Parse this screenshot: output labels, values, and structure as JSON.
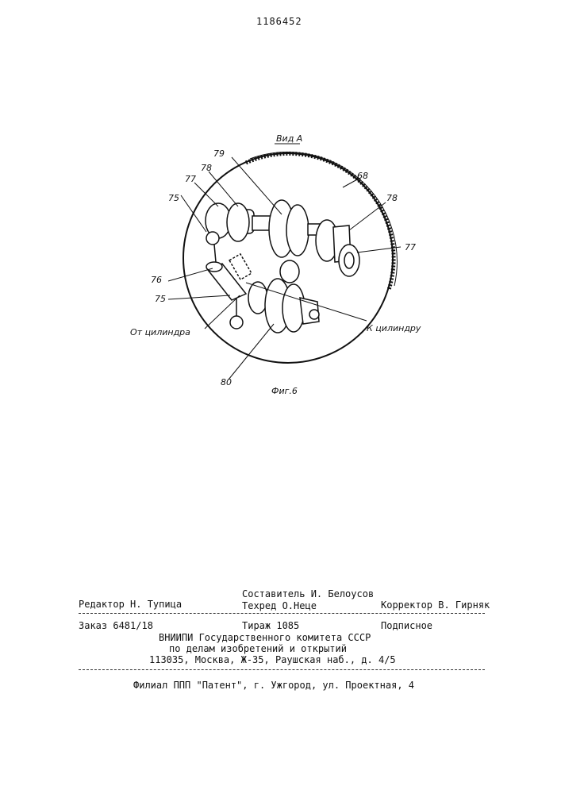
{
  "patent_number": "1186452",
  "figure": {
    "view_label": "Вид А",
    "caption": "Фиг.6",
    "labels": {
      "l68": "68",
      "l79": "79",
      "l78a": "78",
      "l77a": "77",
      "l75a": "75",
      "l76": "76",
      "l75b": "75",
      "l78b": "78",
      "l77b": "77",
      "l80": "80"
    },
    "from_cylinder": "От цилиндра",
    "to_cylinder": "К цилиндру"
  },
  "imprint": {
    "editor": "Редактор Н. Тупица",
    "compiler": "Составитель И. Белоусов",
    "techred": "Техред О.Неце",
    "corrector": "Корректор В. Гирняк",
    "order": "Заказ 6481/18",
    "circulation": "Тираж 1085",
    "subscription": "Подписное",
    "org1": "ВНИИПИ Государственного комитета СССР",
    "org2": "по делам изобретений и открытий",
    "address": "113035, Москва, Ж-35, Раушская наб., д. 4/5",
    "branch": "Филиал ППП \"Патент\", г. Ужгород, ул. Проектная, 4"
  }
}
